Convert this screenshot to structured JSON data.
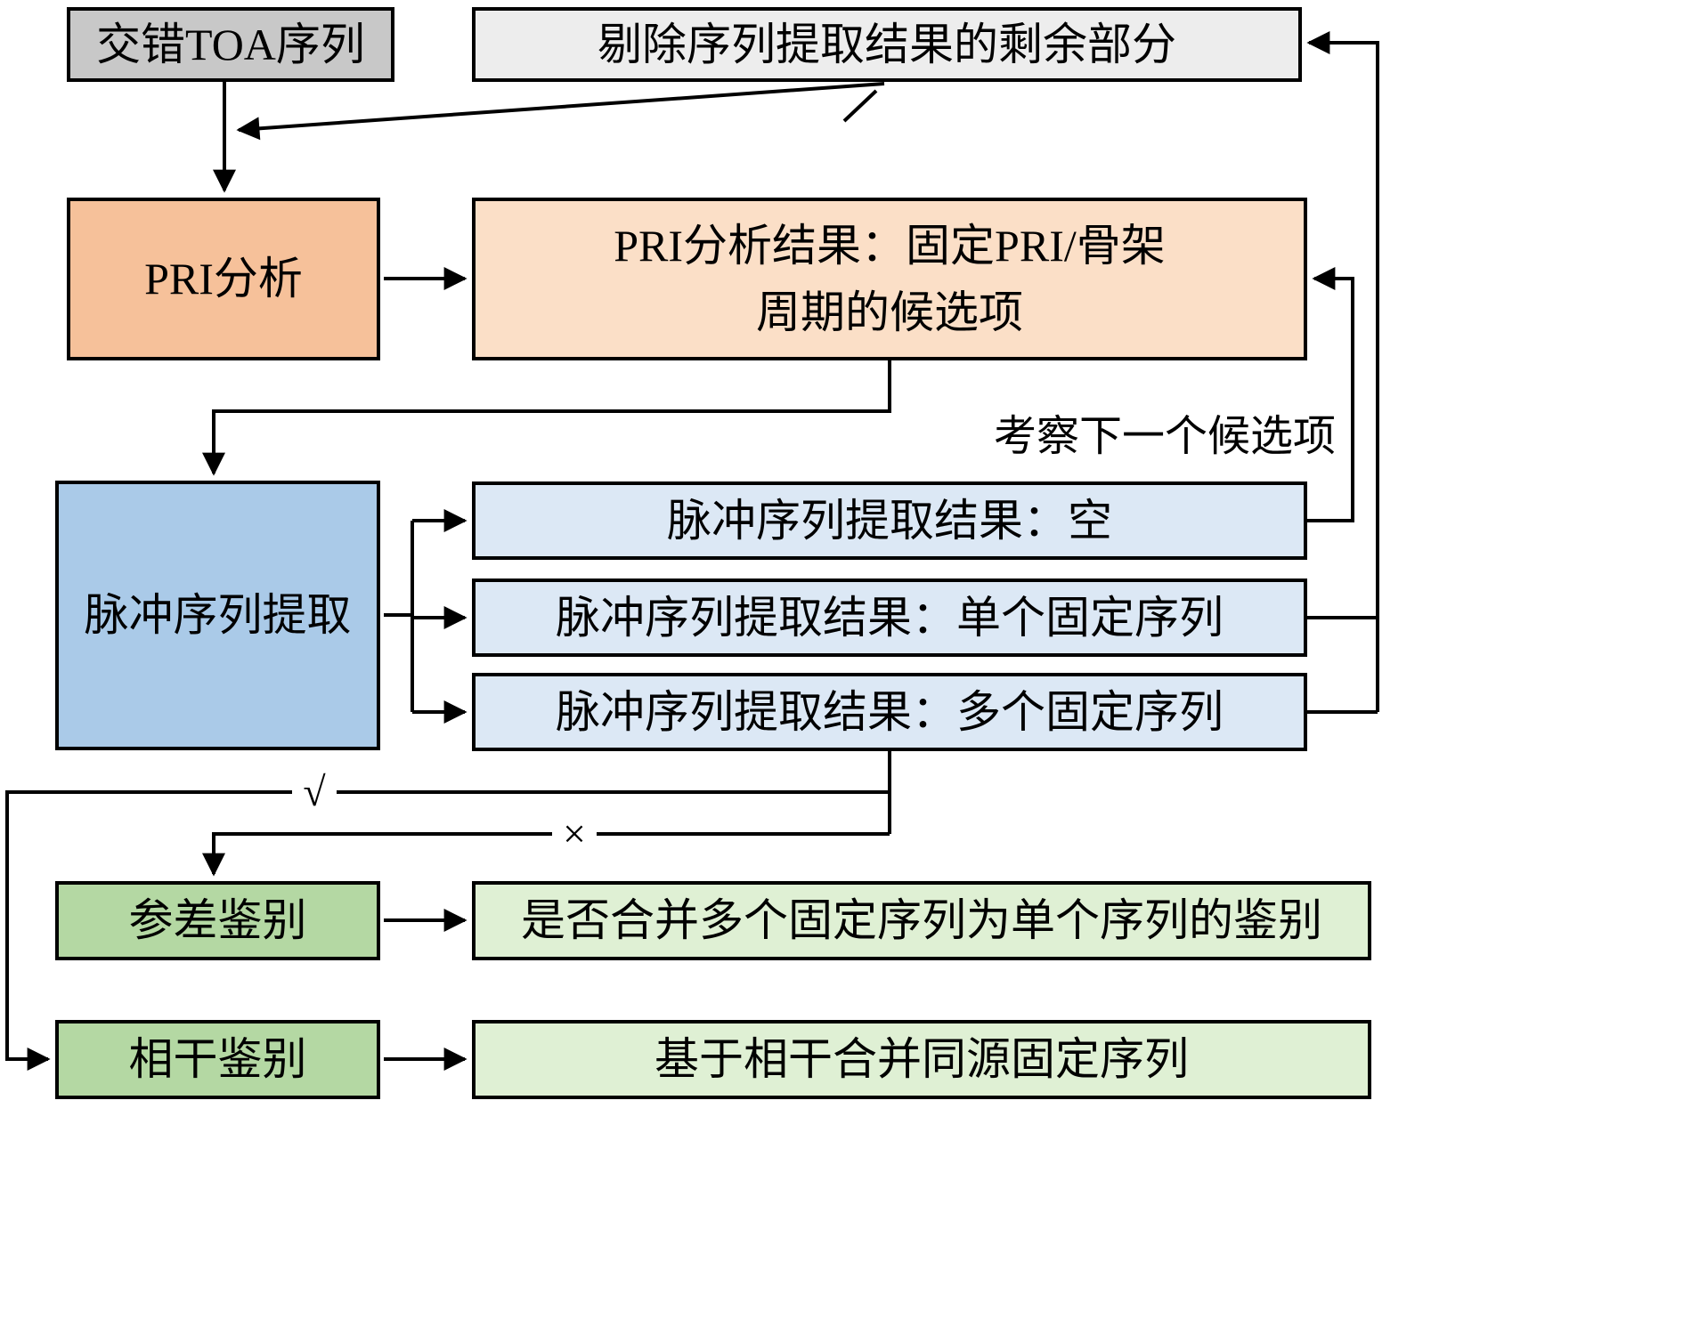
{
  "figure": {
    "nodes": {
      "toa_sequence": {
        "label": "交错TOA序列"
      },
      "residual_removal": {
        "label": "剔除序列提取结果的剩余部分"
      },
      "pri_analysis": {
        "label": "PRI分析"
      },
      "pri_result": {
        "label": "PRI分析结果：固定PRI/骨架\n周期的候选项"
      },
      "pulse_extraction": {
        "label": "脉冲序列提取"
      },
      "result_empty": {
        "label": "脉冲序列提取结果：空"
      },
      "result_single": {
        "label": "脉冲序列提取结果：单个固定序列"
      },
      "result_multiple": {
        "label": "脉冲序列提取结果：多个固定序列"
      },
      "stagger_discrimination": {
        "label": "参差鉴别"
      },
      "merge_discrimination": {
        "label": "是否合并多个固定序列为单个序列的鉴别"
      },
      "coherent_discrimination": {
        "label": "相干鉴别"
      },
      "coherent_merge": {
        "label": "基于相干合并同源固定序列"
      }
    },
    "edge_labels": {
      "next_candidate": "考察下一个候选项",
      "check_mark": "√",
      "cross_mark": "×"
    },
    "colors": {
      "gray_fill": "#c8c8c8",
      "light_gray_fill": "#ededed",
      "orange_fill": "#f6c19a",
      "light_orange_fill": "#fbdfc7",
      "blue_fill": "#aacae8",
      "light_blue_fill": "#dce8f5",
      "green_fill": "#b4d8a3",
      "light_green_fill": "#dff0d4",
      "line_color": "#000000"
    }
  }
}
